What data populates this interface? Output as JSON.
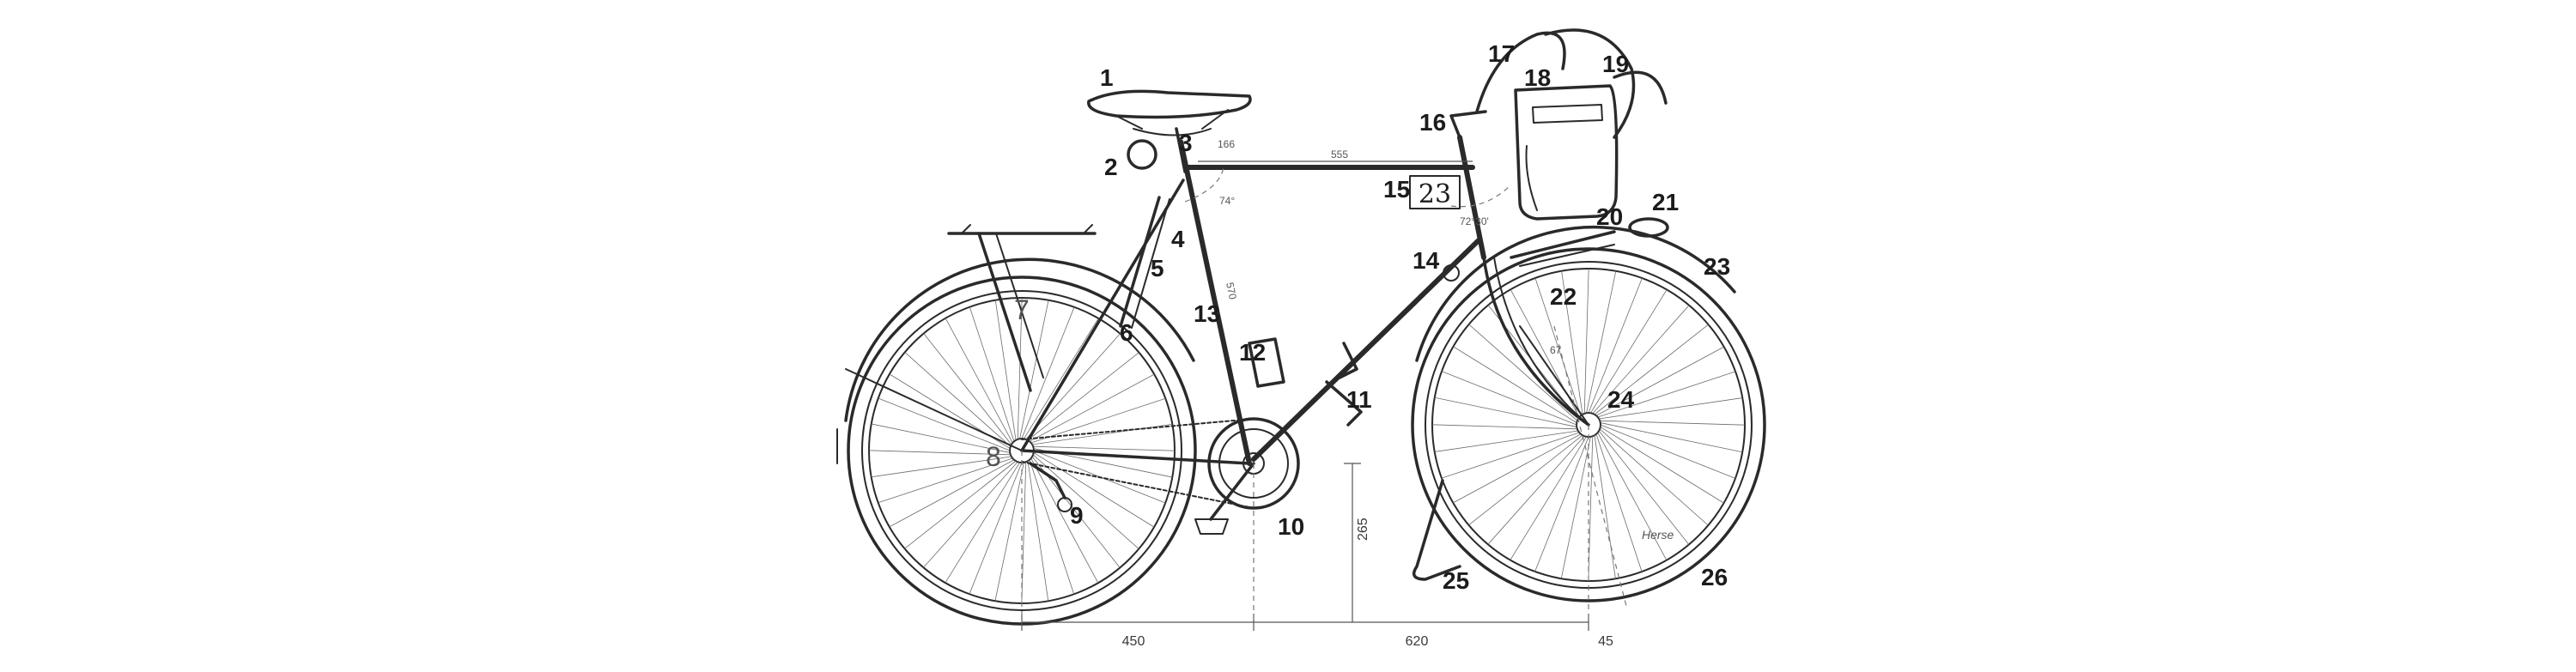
{
  "callouts": [
    "1",
    "2",
    "3",
    "4",
    "5",
    "6",
    "7",
    "8",
    "9",
    "10",
    "11",
    "12",
    "13",
    "14",
    "15",
    "16",
    "17",
    "18",
    "19",
    "20",
    "21",
    "22",
    "23",
    "24",
    "25",
    "26"
  ],
  "dimensions": {
    "rear_center": "450",
    "front_center": "620",
    "fork_offset": "45",
    "bb_height": "265",
    "top_tube": "555",
    "seat_tube": "570",
    "saddle_setback": "166",
    "seat_angle": "74°",
    "head_angle": "72°30'",
    "rake": "67"
  },
  "plate_number": "23",
  "signature": "Herse"
}
